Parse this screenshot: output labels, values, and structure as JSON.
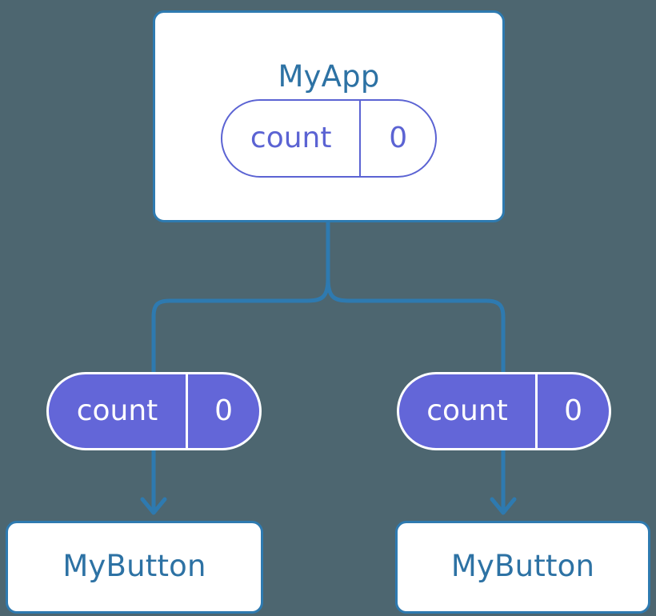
{
  "diagram": {
    "title": "MyApp component tree with count state passed to MyButton children",
    "colors": {
      "background": "#4d6670",
      "component_border": "#2e7ab0",
      "component_text": "#2d72a4",
      "connector": "#2e7ab0",
      "state_accent": "#5b63d3",
      "prop_fill": "#6366d8",
      "card_fill": "#ffffff"
    },
    "root": {
      "name": "MyApp",
      "state": {
        "key": "count",
        "value": "0"
      }
    },
    "children": [
      {
        "name": "MyButton",
        "prop": {
          "key": "count",
          "value": "0"
        }
      },
      {
        "name": "MyButton",
        "prop": {
          "key": "count",
          "value": "0"
        }
      }
    ]
  }
}
